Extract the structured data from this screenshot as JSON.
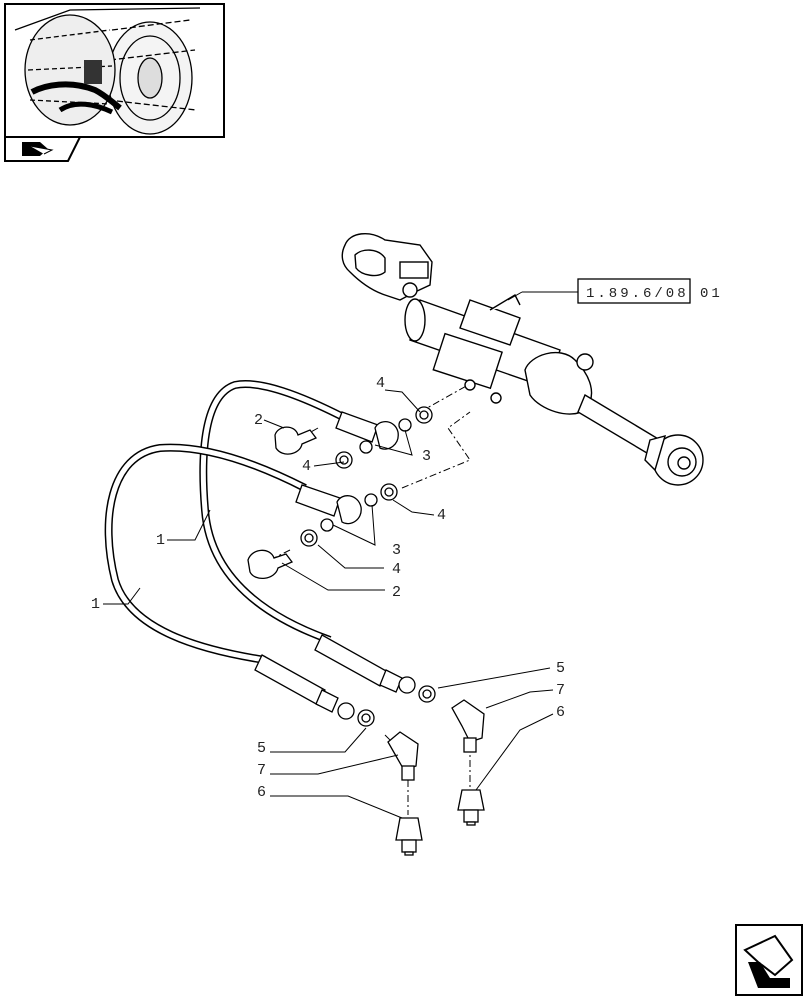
{
  "thumbnail": {
    "icon": "tractor-thumbnail-icon"
  },
  "section_icon": "section-arrow-icon",
  "nav_icon": "next-page-arrow-icon",
  "reference_code": "1.89.6/08 01",
  "callouts": [
    "4",
    "2",
    "3",
    "4",
    "4",
    "1",
    "3",
    "4",
    "2",
    "1",
    "5",
    "7",
    "6",
    "5",
    "7",
    "6"
  ]
}
